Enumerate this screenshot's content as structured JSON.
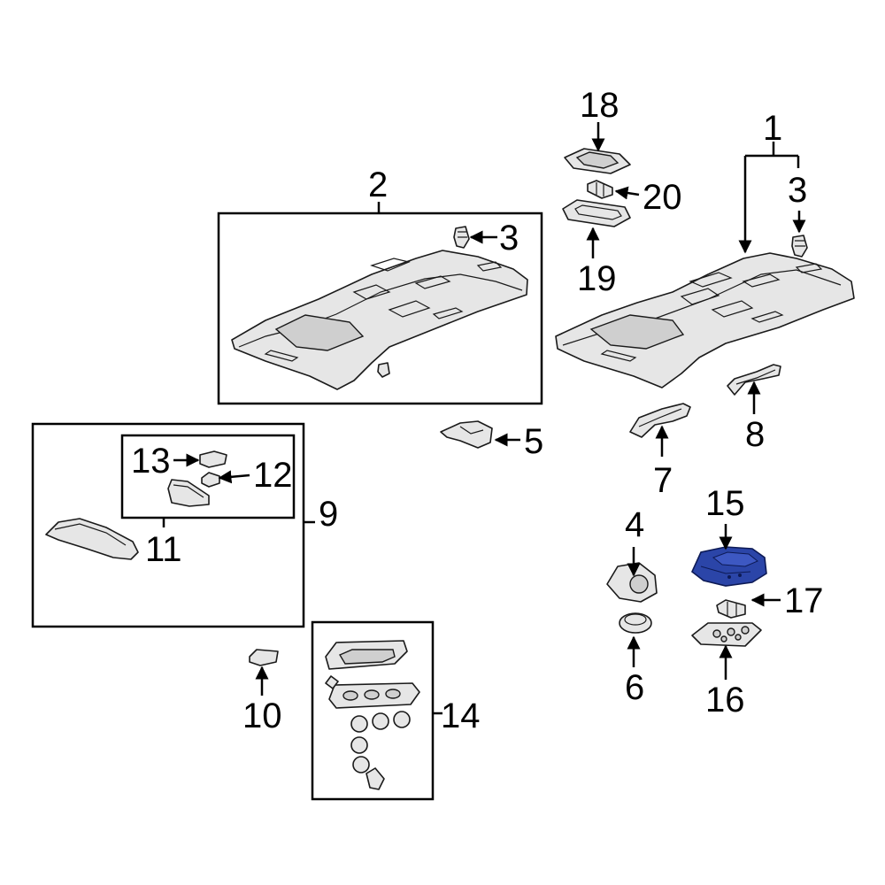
{
  "callouts": {
    "c1": "1",
    "c2": "2",
    "c3a": "3",
    "c3b": "3",
    "c4": "4",
    "c5": "5",
    "c6": "6",
    "c7": "7",
    "c8": "8",
    "c9": "9",
    "c10": "10",
    "c11": "11",
    "c12": "12",
    "c13": "13",
    "c14": "14",
    "c15": "15",
    "c16": "16",
    "c17": "17",
    "c18": "18",
    "c19": "19",
    "c20": "20"
  },
  "colors": {
    "highlight": "#2b45a8",
    "part_fill": "#e6e6e6",
    "outline": "#1a1a1a"
  },
  "highlighted_part": "15"
}
